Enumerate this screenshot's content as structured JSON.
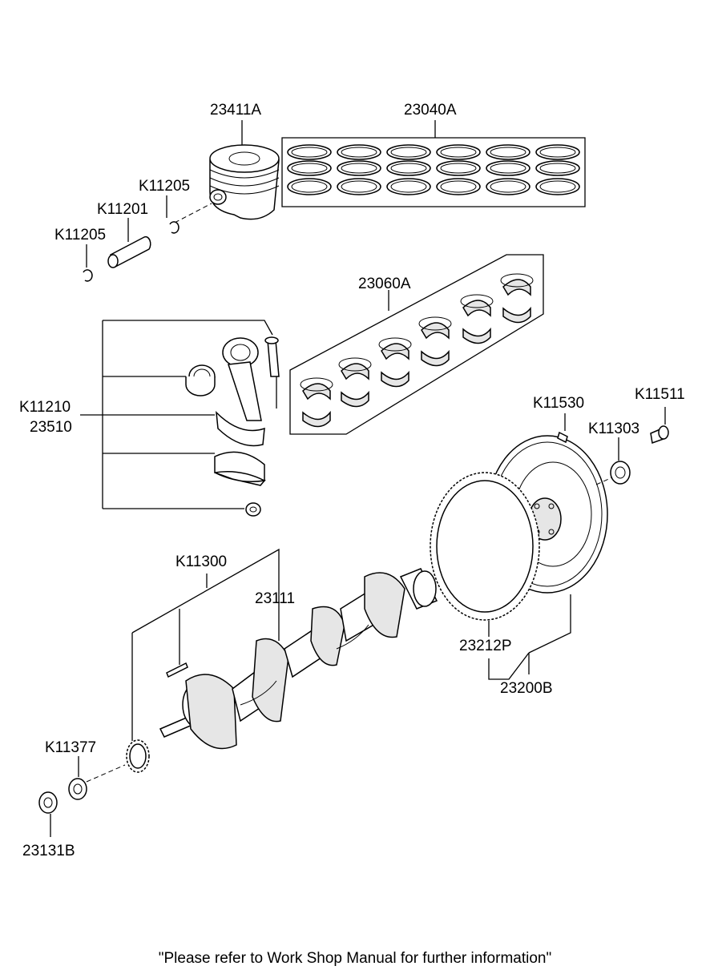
{
  "diagram": {
    "footer_note": "\"Please refer to Work Shop Manual for further information\"",
    "part_labels": {
      "piston": "23411A",
      "ring_set": "23040A",
      "snap_ring_upper": "K11205",
      "piston_pin": "K11201",
      "snap_ring_lower": "K11205",
      "main_bearing_set": "23060A",
      "conrod_bearing": "K11210",
      "conrod_assy": "23510",
      "flywheel_pin": "K11530",
      "flywheel_bolt": "K11511",
      "bearing_bush": "K11303",
      "crank_key_group": "K11300",
      "crankshaft": "23111",
      "ring_gear": "23212P",
      "flywheel_assy": "23200B",
      "washer": "K11377",
      "nut": "23131B"
    }
  }
}
